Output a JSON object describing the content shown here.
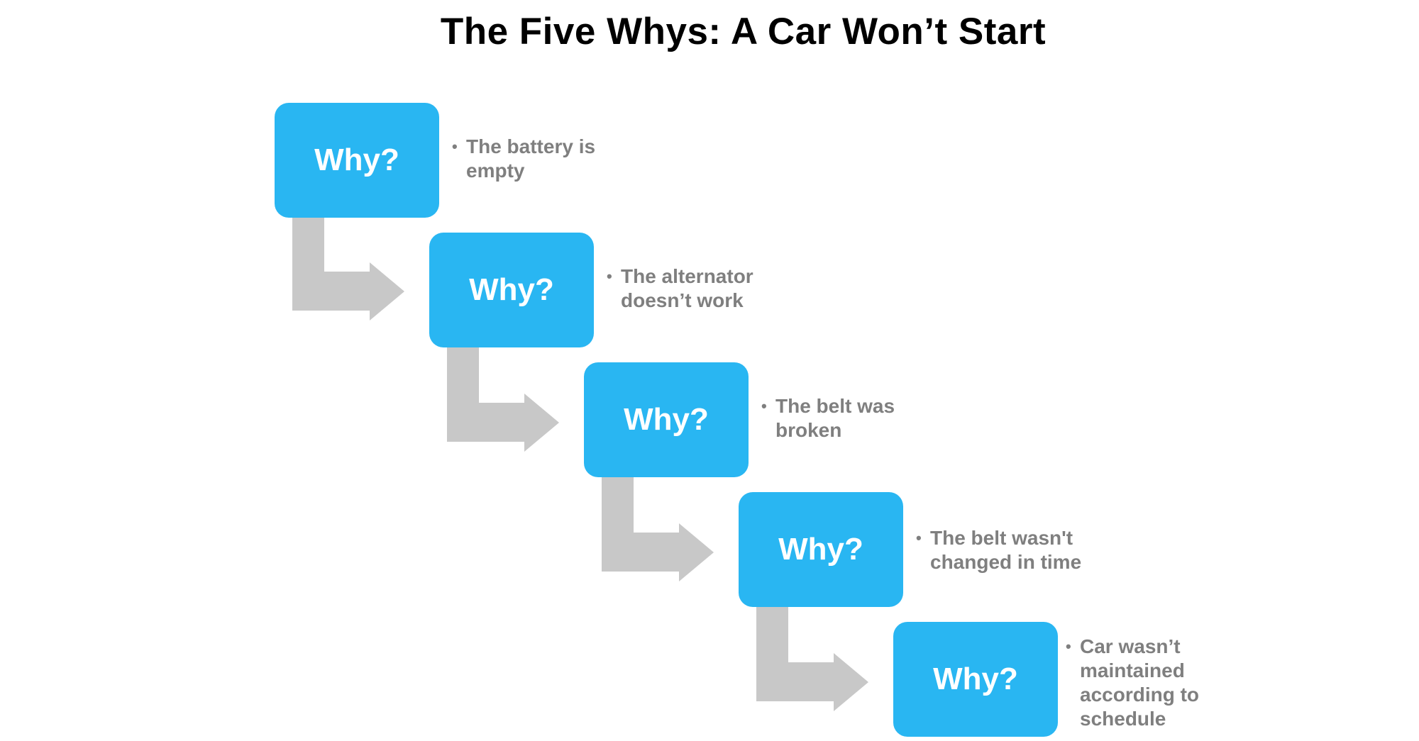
{
  "title": "The Five Whys: A Car Won’t Start",
  "colors": {
    "box": "#29b6f2",
    "box_text": "#ffffff",
    "arrow": "#c8c8c8",
    "reason_text": "#7f7f7f",
    "title": "#000000"
  },
  "bullet_glyph": "•",
  "steps": [
    {
      "label": "Why?",
      "reason": "The battery is\nempty"
    },
    {
      "label": "Why?",
      "reason": "The alternator\ndoesn’t work"
    },
    {
      "label": "Why?",
      "reason": "The belt was\nbroken"
    },
    {
      "label": "Why?",
      "reason": "The belt wasn't\nchanged in time"
    },
    {
      "label": "Why?",
      "reason": "Car wasn’t\nmaintained\naccording to\nschedule"
    }
  ]
}
